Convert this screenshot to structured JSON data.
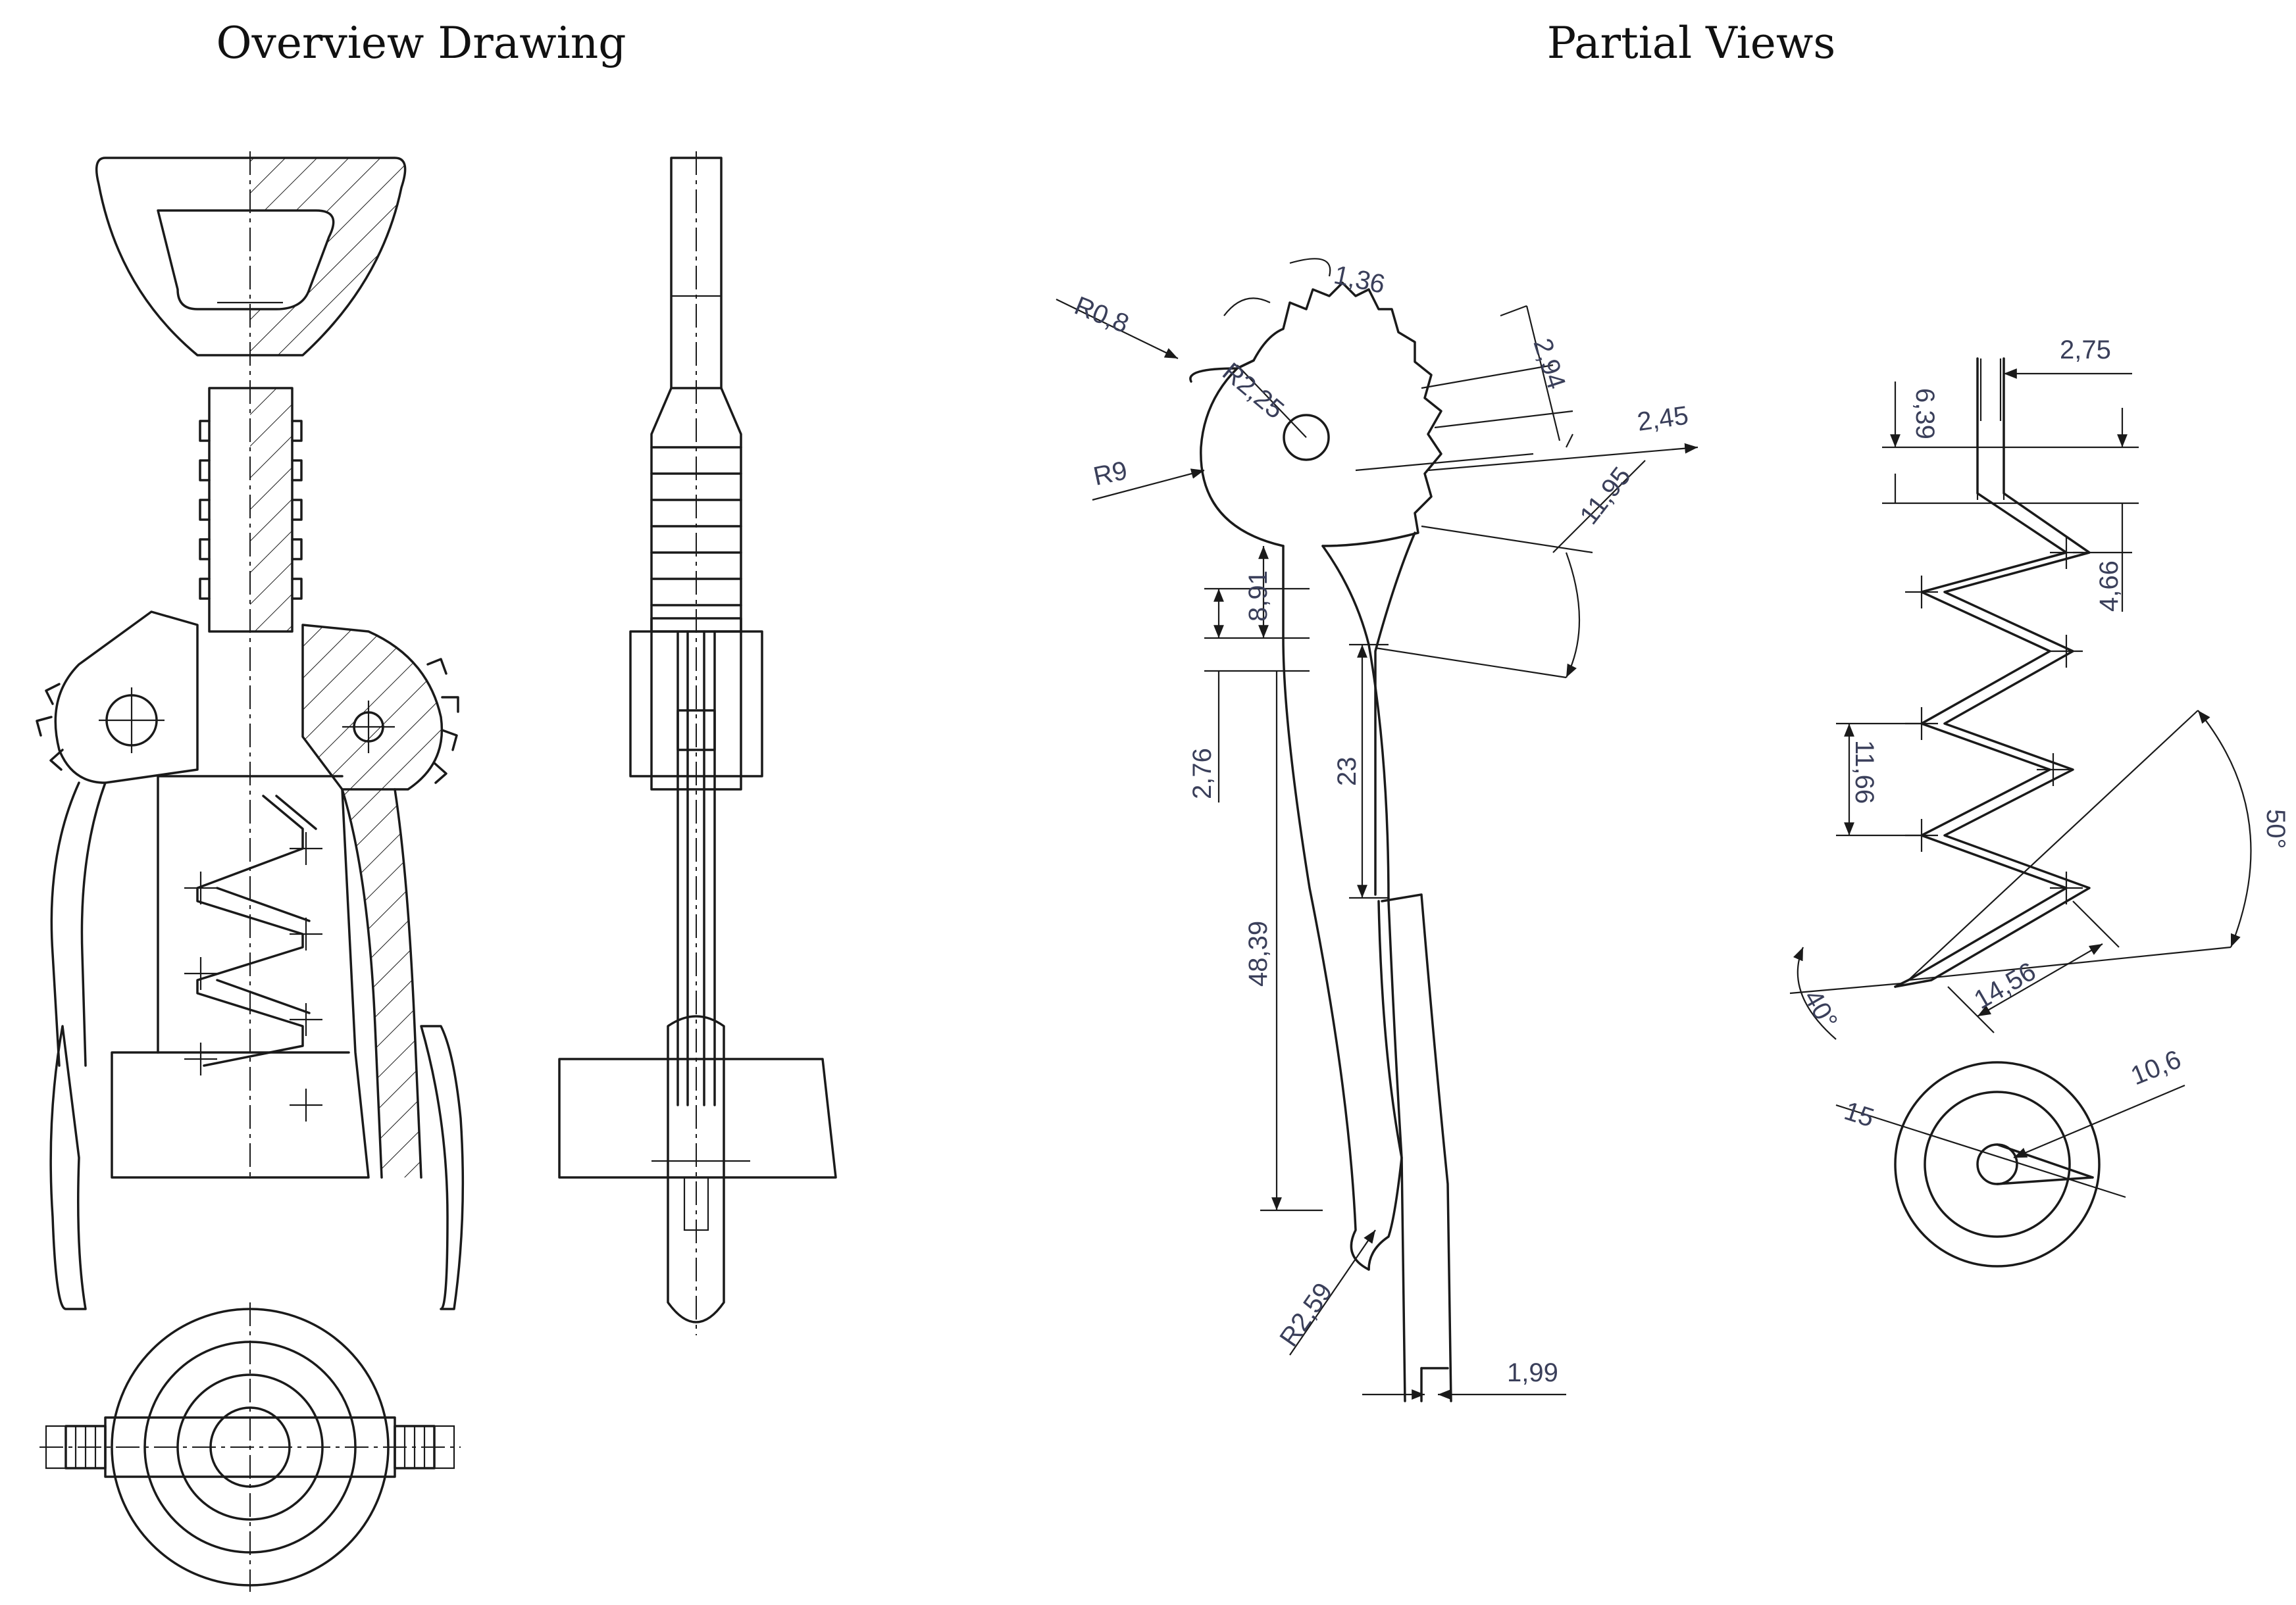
{
  "titles": {
    "overview": "Overview Drawing",
    "partial": "Partial Views"
  },
  "dimensions": {
    "r0_8": "R0,8",
    "r2_25": "R2,25",
    "d1_36": "1,36",
    "d2_94": "2,94",
    "d2_45": "2,45",
    "r9": "R9",
    "d11_95": "11,95",
    "d8_91": "8,91",
    "d2_76": "2,76",
    "d23": "23",
    "d48_39": "48,39",
    "r2_59": "R2,59",
    "d1_99": "1,99",
    "d6_39": "6,39",
    "d2_75": "2,75",
    "d4_66": "4,66",
    "d11_66": "11,66",
    "a50": "50°",
    "d14_56": "14,56",
    "a40": "40°",
    "d15": "15",
    "d10_6": "10,6"
  },
  "colors": {
    "line": "#1a1a1a",
    "dimension_text": "#3a3f5a",
    "background": "#ffffff"
  }
}
